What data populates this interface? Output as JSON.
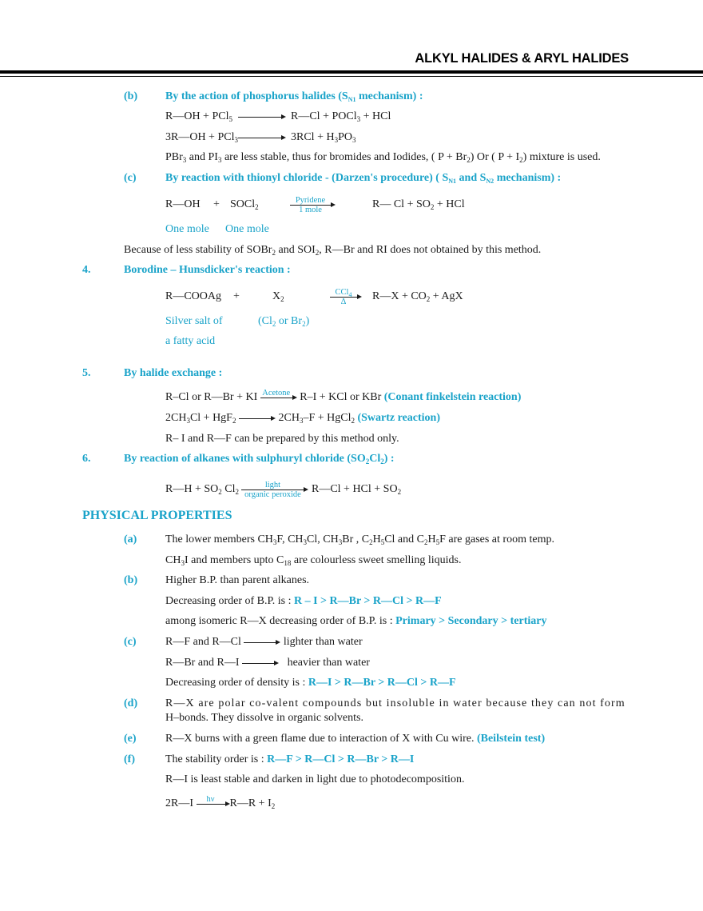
{
  "header": {
    "title": "ALKYL HALIDES & ARYL HALIDES"
  },
  "sections": {
    "b": {
      "label": "(b)",
      "heading": "By the action of phosphorus halides (S",
      "heading_sub": "N1",
      "heading_end": " mechanism) :",
      "eq1_left": "R—OH + PCl",
      "eq1_left_sub": "5",
      "eq1_right_a": "R—Cl + POCl",
      "eq1_right_sub": "3",
      "eq1_right_b": " + HCl",
      "eq2_left": "3R—OH + PCl",
      "eq2_left_sub": "3",
      "eq2_right_a": "3RCl + H",
      "eq2_right_sub1": "3",
      "eq2_right_b": "PO",
      "eq2_right_sub2": "3",
      "note_a": "PBr",
      "note_sub1": "3",
      "note_b": " and PI",
      "note_sub2": "3",
      "note_c": "  are less stable, thus for bromides and Iodides, ( P + Br",
      "note_sub3": "2",
      "note_d": ")  Or  ( P + I",
      "note_sub4": "2",
      "note_e": ") mixture  is used."
    },
    "c": {
      "label": "(c)",
      "heading_a": "By reaction with thionyl chloride - (Darzen's procedure) ( S",
      "heading_sub1": "N1",
      "heading_b": " and S",
      "heading_sub2": "N2",
      "heading_c": " mechanism) :",
      "eq_left1": "R—OH",
      "eq_plus": "+",
      "eq_left2": "SOCl",
      "eq_left2_sub": "2",
      "arrow_top": "Pyridene",
      "arrow_bottom": "1 mole",
      "eq_right_a": "R— Cl + SO",
      "eq_right_sub": "2",
      "eq_right_b": " + HCl",
      "mole1": "One mole",
      "mole2": "One mole",
      "note_a": "Because of less stability of SOBr",
      "note_sub1": "2",
      "note_b": "  and SOI",
      "note_sub2": "2",
      "note_c": ", R—Br and RI does not obtained by this method."
    },
    "s4": {
      "label": "4.",
      "heading": "Borodine – Hunsdicker's reaction :",
      "eq_left": "R—COOAg",
      "eq_plus": "+",
      "eq_x": "X",
      "eq_x_sub": "2",
      "arrow_top": "CCl",
      "arrow_top_sub": "4",
      "arrow_bottom": "Δ",
      "eq_right_a": "R—X + CO",
      "eq_right_sub": "2",
      "eq_right_b": " + AgX",
      "note1": "Silver salt of",
      "note2": "a fatty acid",
      "note3_a": "(Cl",
      "note3_sub1": "2",
      "note3_b": " or Br",
      "note3_sub2": "2",
      "note3_c": ")"
    },
    "s5": {
      "label": "5.",
      "heading": "By halide exchange :",
      "eq1_left": "R–Cl  or  R—Br + KI",
      "eq1_arrow_top": "Acetone",
      "eq1_right": "R–I  + KCl  or  KBr",
      "eq1_name": "(Conant finkelstein reaction)",
      "eq2_a": "2CH",
      "eq2_sub1": "3",
      "eq2_b": "Cl + HgF",
      "eq2_sub2": "2",
      "eq2_c": "2CH",
      "eq2_sub3": "3",
      "eq2_d": "–F + HgCl",
      "eq2_sub4": "2",
      "eq2_name": " (Swartz reaction)",
      "note": "R– I and R—F can be prepared by this method only."
    },
    "s6": {
      "label": "6.",
      "heading_a": "By reaction of alkanes  with sulphuryl chloride (SO",
      "heading_sub1": "2",
      "heading_b": "Cl",
      "heading_sub2": "2",
      "heading_c": ") :",
      "eq_a": "R—H  +  SO",
      "eq_sub1": "2",
      "eq_b": " Cl",
      "eq_sub2": "2",
      "arrow_top": "light",
      "arrow_bottom": "organic peroxide",
      "eq_c": "R—Cl + HCl  + SO",
      "eq_sub3": "2"
    },
    "physical": {
      "title": "PHYSICAL  PROPERTIES",
      "a": {
        "label": "(a)",
        "l1_a": "The lower members CH",
        "l1_s1": "3",
        "l1_b": "F, CH",
        "l1_s2": "3",
        "l1_c": "Cl,  CH",
        "l1_s3": "3",
        "l1_d": "Br , C",
        "l1_s4": "2",
        "l1_e": "H",
        "l1_s5": "5",
        "l1_f": "Cl  and C",
        "l1_s6": "2",
        "l1_g": "H",
        "l1_s7": "5",
        "l1_h": "F are gases at room temp.",
        "l2_a": "CH",
        "l2_s1": "3",
        "l2_b": "I  and  members upto C",
        "l2_s2": "18",
        "l2_c": " are colourless sweet smelling liquids."
      },
      "b": {
        "label": "(b)",
        "l1": "Higher B.P. than parent alkanes.",
        "l2_a": "Decreasing order of B.P. is : ",
        "l2_b": "R – I  >   R—Br   >   R—Cl   >  R—F",
        "l3_a": "among isomeric R—X decreasing order of B.P. is : ",
        "l3_b": "Primary  >  Secondary  >   tertiary"
      },
      "c": {
        "label": "(c)",
        "l1_a": "R—F   and   R—Cl",
        "l1_b": "lighter than water",
        "l2_a": "R—Br   and  R—I",
        "l2_b": "heavier than water",
        "l3_a": "Decreasing order of density is : ",
        "l3_b": "R—I  >  R—Br  >  R—Cl  >  R—F"
      },
      "d": {
        "label": "(d)",
        "l1": "R—X are polar co-valent compounds but insoluble in water because they can not form",
        "l2": "H–bonds. They dissolve in organic solvents."
      },
      "e": {
        "label": "(e)",
        "l1_a": "R—X burns with a green flame due to interaction of X with Cu wire. ",
        "l1_b": "(Beilstein test)"
      },
      "f": {
        "label": "(f)",
        "l1_a": "The stability order is : ",
        "l1_b": "R—F >  R—Cl  >  R—Br >  R—I",
        "l2": "R—I is least stable and darken in light due to photodecomposition.",
        "eq_a": "2R—I",
        "arrow_top": "hν",
        "eq_b": "R—R +  I",
        "eq_sub": "2"
      }
    }
  }
}
